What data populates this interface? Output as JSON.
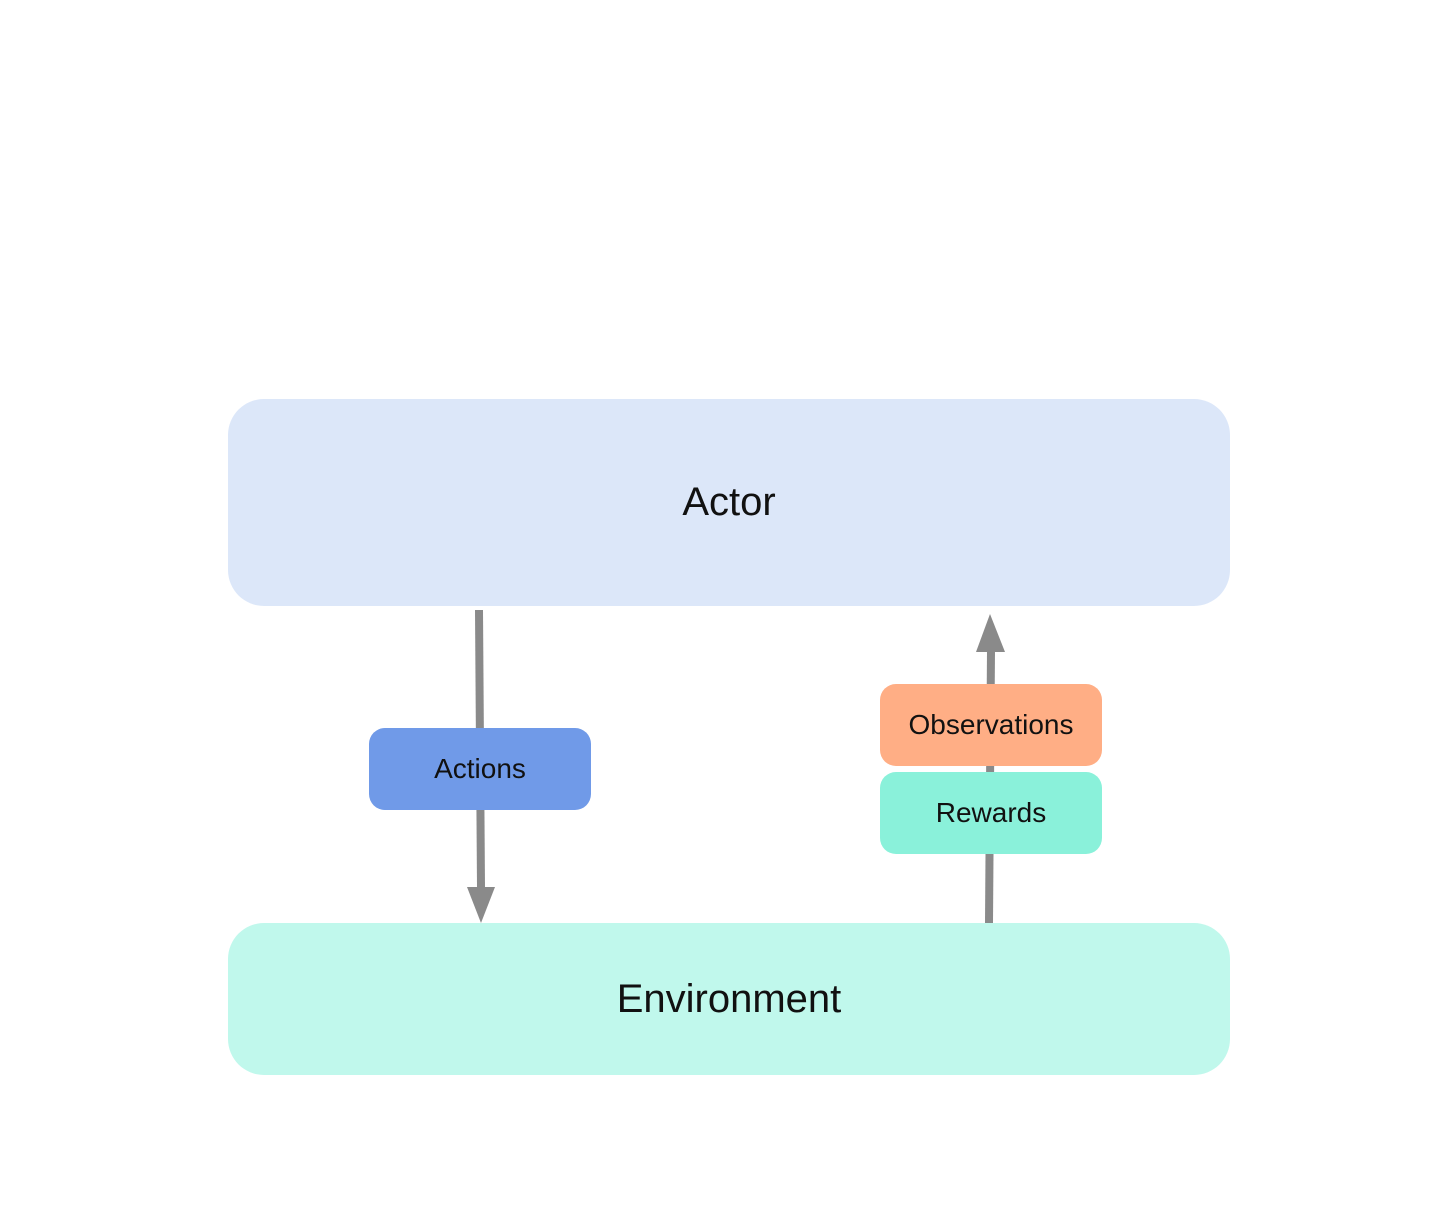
{
  "nodes": {
    "actor": {
      "label": "Actor",
      "color": "#dce7f9"
    },
    "environment": {
      "label": "Environment",
      "color": "#c0f8ec"
    },
    "actions": {
      "label": "Actions",
      "color": "#709ae8"
    },
    "observations": {
      "label": "Observations",
      "color": "#ffae85"
    },
    "rewards": {
      "label": "Rewards",
      "color": "#8af1da"
    }
  },
  "edges": [
    {
      "from": "actor",
      "to": "environment",
      "via": "actions"
    },
    {
      "from": "environment",
      "to": "actor",
      "via": [
        "rewards",
        "observations"
      ]
    }
  ],
  "arrow_color": "#8a8a8a"
}
